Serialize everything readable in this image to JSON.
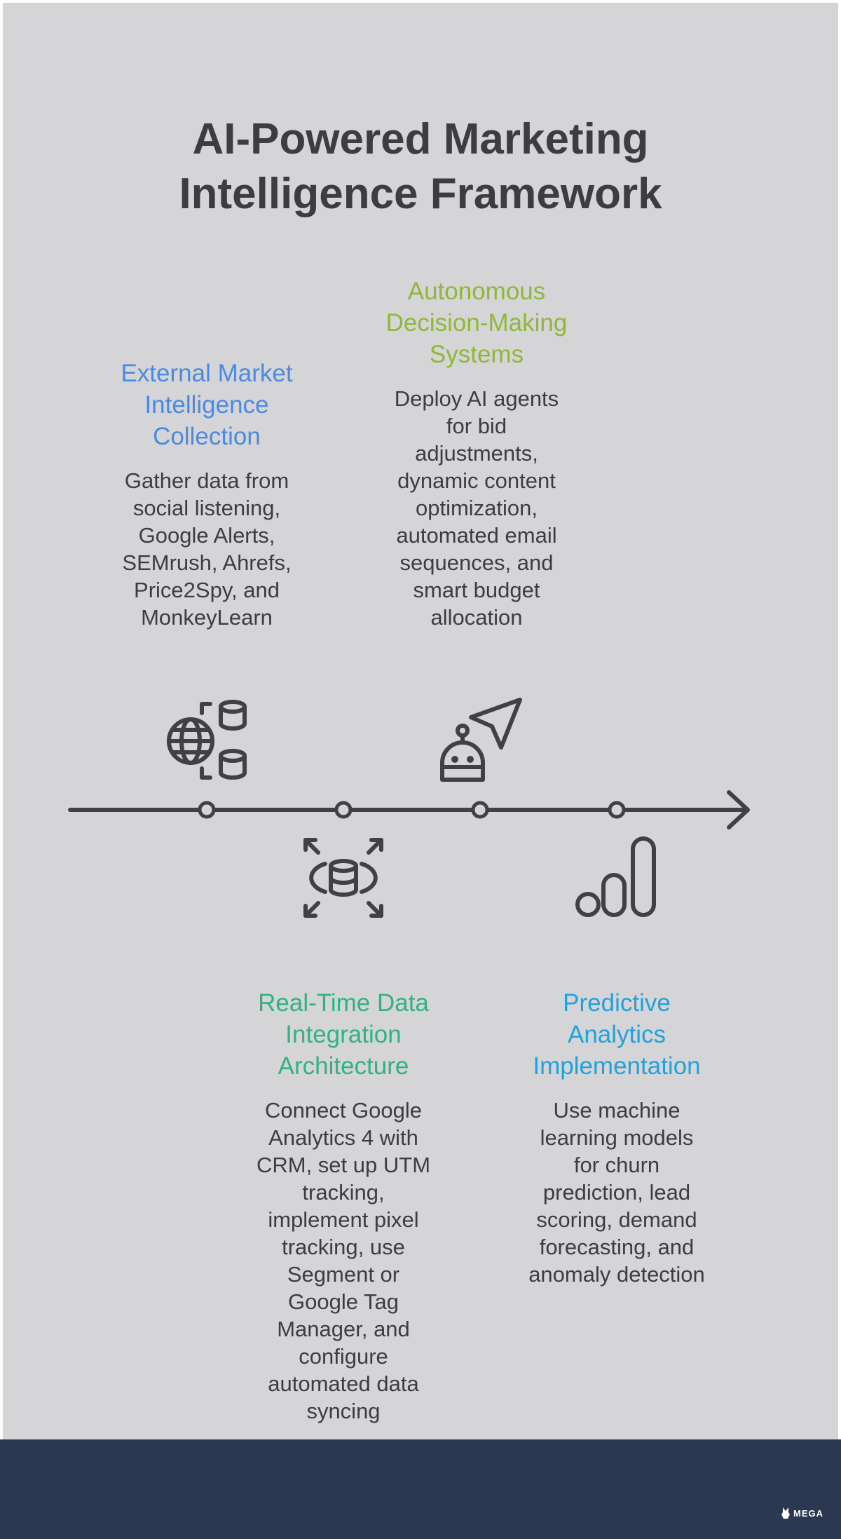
{
  "title": [
    "AI-Powered Marketing",
    "Intelligence Framework"
  ],
  "colors": {
    "background": "#d5d4d7",
    "text": "#3d3d40",
    "footer": "#2a3951",
    "step1": "#4a8ae3",
    "step2": "#2fb37f",
    "step3": "#8fb73a",
    "step4": "#21a2dd"
  },
  "steps": [
    {
      "heading": [
        "External Market",
        "Intelligence",
        "Collection"
      ],
      "description": [
        "Gather data from",
        "social listening,",
        "Google Alerts,",
        "SEMrush, Ahrefs,",
        "Price2Spy, and",
        "MonkeyLearn"
      ],
      "icon": "globe-database-icon"
    },
    {
      "heading": [
        "Real-Time Data",
        "Integration",
        "Architecture"
      ],
      "description": [
        "Connect Google",
        "Analytics 4 with",
        "CRM, set up UTM",
        "tracking,",
        "implement pixel",
        "tracking, use",
        "Segment or",
        "Google Tag",
        "Manager, and",
        "configure",
        "automated data",
        "syncing"
      ],
      "icon": "database-sync-icon"
    },
    {
      "heading": [
        "Autonomous",
        "Decision-Making",
        "Systems"
      ],
      "description": [
        "Deploy AI agents",
        "for bid",
        "adjustments,",
        "dynamic content",
        "optimization,",
        "automated email",
        "sequences, and",
        "smart budget",
        "allocation"
      ],
      "icon": "robot-navigation-icon"
    },
    {
      "heading": [
        "Predictive",
        "Analytics",
        "Implementation"
      ],
      "description": [
        "Use machine",
        "learning models",
        "for churn",
        "prediction, lead",
        "scoring, demand",
        "forecasting, and",
        "anomaly detection"
      ],
      "icon": "bar-signal-icon"
    }
  ],
  "footer": {
    "brand": "MEGA"
  }
}
